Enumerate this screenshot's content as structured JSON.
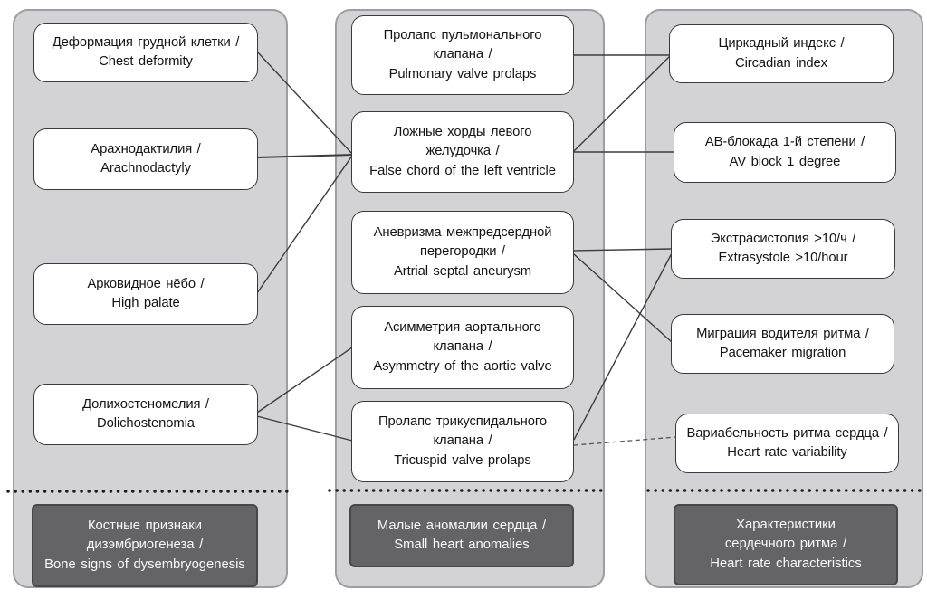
{
  "colors": {
    "page_background": "#ffffff",
    "panel_fill": "#d3d3d5",
    "panel_border": "#9d9da2",
    "node_fill": "#ffffff",
    "node_border": "#3a3a3e",
    "footer_fill": "#646467",
    "footer_border": "#48484c",
    "footer_text": "#fafafa",
    "text": "#141414",
    "connector": "#3c3c3c",
    "dotted_separator": "#1b1b1b"
  },
  "nodes": {
    "chest_deformity": {
      "label": "Деформация грудной клетки /\nChest deformity"
    },
    "arachnodactyly": {
      "label": "Арахнодактилия /\nArachnodactyly"
    },
    "high_palate": {
      "label": "Арковидное нёбо /\nHigh palate"
    },
    "dolichostenomelia": {
      "label": "Долихостеномелия /\nDolichostenomia"
    },
    "pulmonary_valve_prolapse": {
      "label": "Пролапс пульмонального\nклапана /\nPulmonary valve prolaps"
    },
    "false_chord": {
      "label": "Ложные хорды левого\nжелудочка /\nFalse chord of the left ventricle"
    },
    "atrial_septal_aneurysm": {
      "label": "Аневризма межпредсердной\nперегородки /\nArtrial septal aneurysm"
    },
    "aortic_valve_asymmetry": {
      "label": "Асимметрия аортального\nклапана /\nAsymmetry of the aortic valve"
    },
    "tricuspid_valve_prolapse": {
      "label": "Пролапс трикуспидального\nклапана /\nTricuspid valve prolaps"
    },
    "circadian_index": {
      "label": "Циркадный индекс /\nCircadian index"
    },
    "av_block": {
      "label": "АВ-блокада 1-й степени /\nAV block 1 degree"
    },
    "extrasystole": {
      "label": "Экстрасистолия >10/ч /\nExtrasystole >10/hour"
    },
    "pacemaker_migration": {
      "label": "Миграция водителя ритма /\nPacemaker migration"
    },
    "heart_rate_variability": {
      "label": "Вариабельность ритма сердца /\nHeart rate variability"
    }
  },
  "footers": {
    "bone_signs": {
      "label": "Костные признаки\nдизэмбриогенеза /\nBone signs of dysembryogenesis"
    },
    "small_heart_anomalies": {
      "label": "Малые аномалии сердца /\nSmall heart anomalies"
    },
    "heart_rate_characteristics": {
      "label": "Характеристики\nсердечного ритма /\nHeart rate characteristics"
    }
  },
  "connections": [
    {
      "from": "chest_deformity",
      "to": "false_chord",
      "style": "solid"
    },
    {
      "from": "arachnodactyly",
      "to": "false_chord",
      "style": "solid"
    },
    {
      "from": "high_palate",
      "to": "false_chord",
      "style": "solid"
    },
    {
      "from": "dolichostenomelia",
      "to": "aortic_valve_asymmetry",
      "style": "solid"
    },
    {
      "from": "dolichostenomelia",
      "to": "tricuspid_valve_prolapse",
      "style": "solid"
    },
    {
      "from": "pulmonary_valve_prolapse",
      "to": "circadian_index",
      "style": "solid"
    },
    {
      "from": "false_chord",
      "to": "circadian_index",
      "style": "solid"
    },
    {
      "from": "false_chord",
      "to": "av_block",
      "style": "solid"
    },
    {
      "from": "atrial_septal_aneurysm",
      "to": "extrasystole",
      "style": "solid"
    },
    {
      "from": "atrial_septal_aneurysm",
      "to": "pacemaker_migration",
      "style": "solid"
    },
    {
      "from": "tricuspid_valve_prolapse",
      "to": "extrasystole",
      "style": "solid"
    },
    {
      "from": "tricuspid_valve_prolapse",
      "to": "heart_rate_variability",
      "style": "dashed"
    }
  ]
}
